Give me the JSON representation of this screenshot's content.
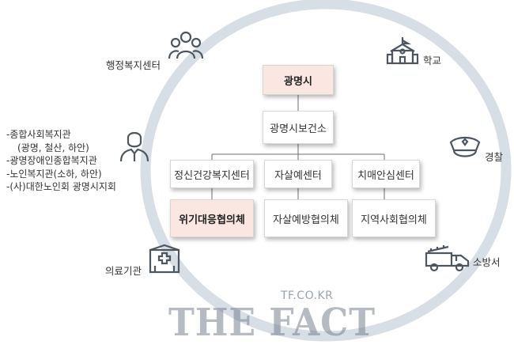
{
  "center": {
    "top": "광명시",
    "second": "광명시보건소"
  },
  "centers": [
    {
      "name": "정신건강복지센터",
      "council": "위기대응협의체"
    },
    {
      "name": "자살예센터",
      "council": "자살예방협의체"
    },
    {
      "name": "치매안심센터",
      "council": "지역사회협의체"
    }
  ],
  "outer": {
    "admin": "행정복지센터",
    "school": "학교",
    "police": "경찰",
    "fire": "소방서",
    "medical": "의료기관"
  },
  "welfare_list": [
    "-종합사회복지관",
    "(광명, 철산, 하안)",
    "-광명장애인종합복지관",
    "-노인복지관(소하, 하안)",
    "-(사)대한노인회 광명시지회"
  ],
  "watermark": {
    "small": "TF.CO.KR",
    "big": "THE FACT"
  },
  "colors": {
    "ring": "#d8dee6",
    "pink_box": "#fbe7e2",
    "icon": "#4d5560"
  }
}
